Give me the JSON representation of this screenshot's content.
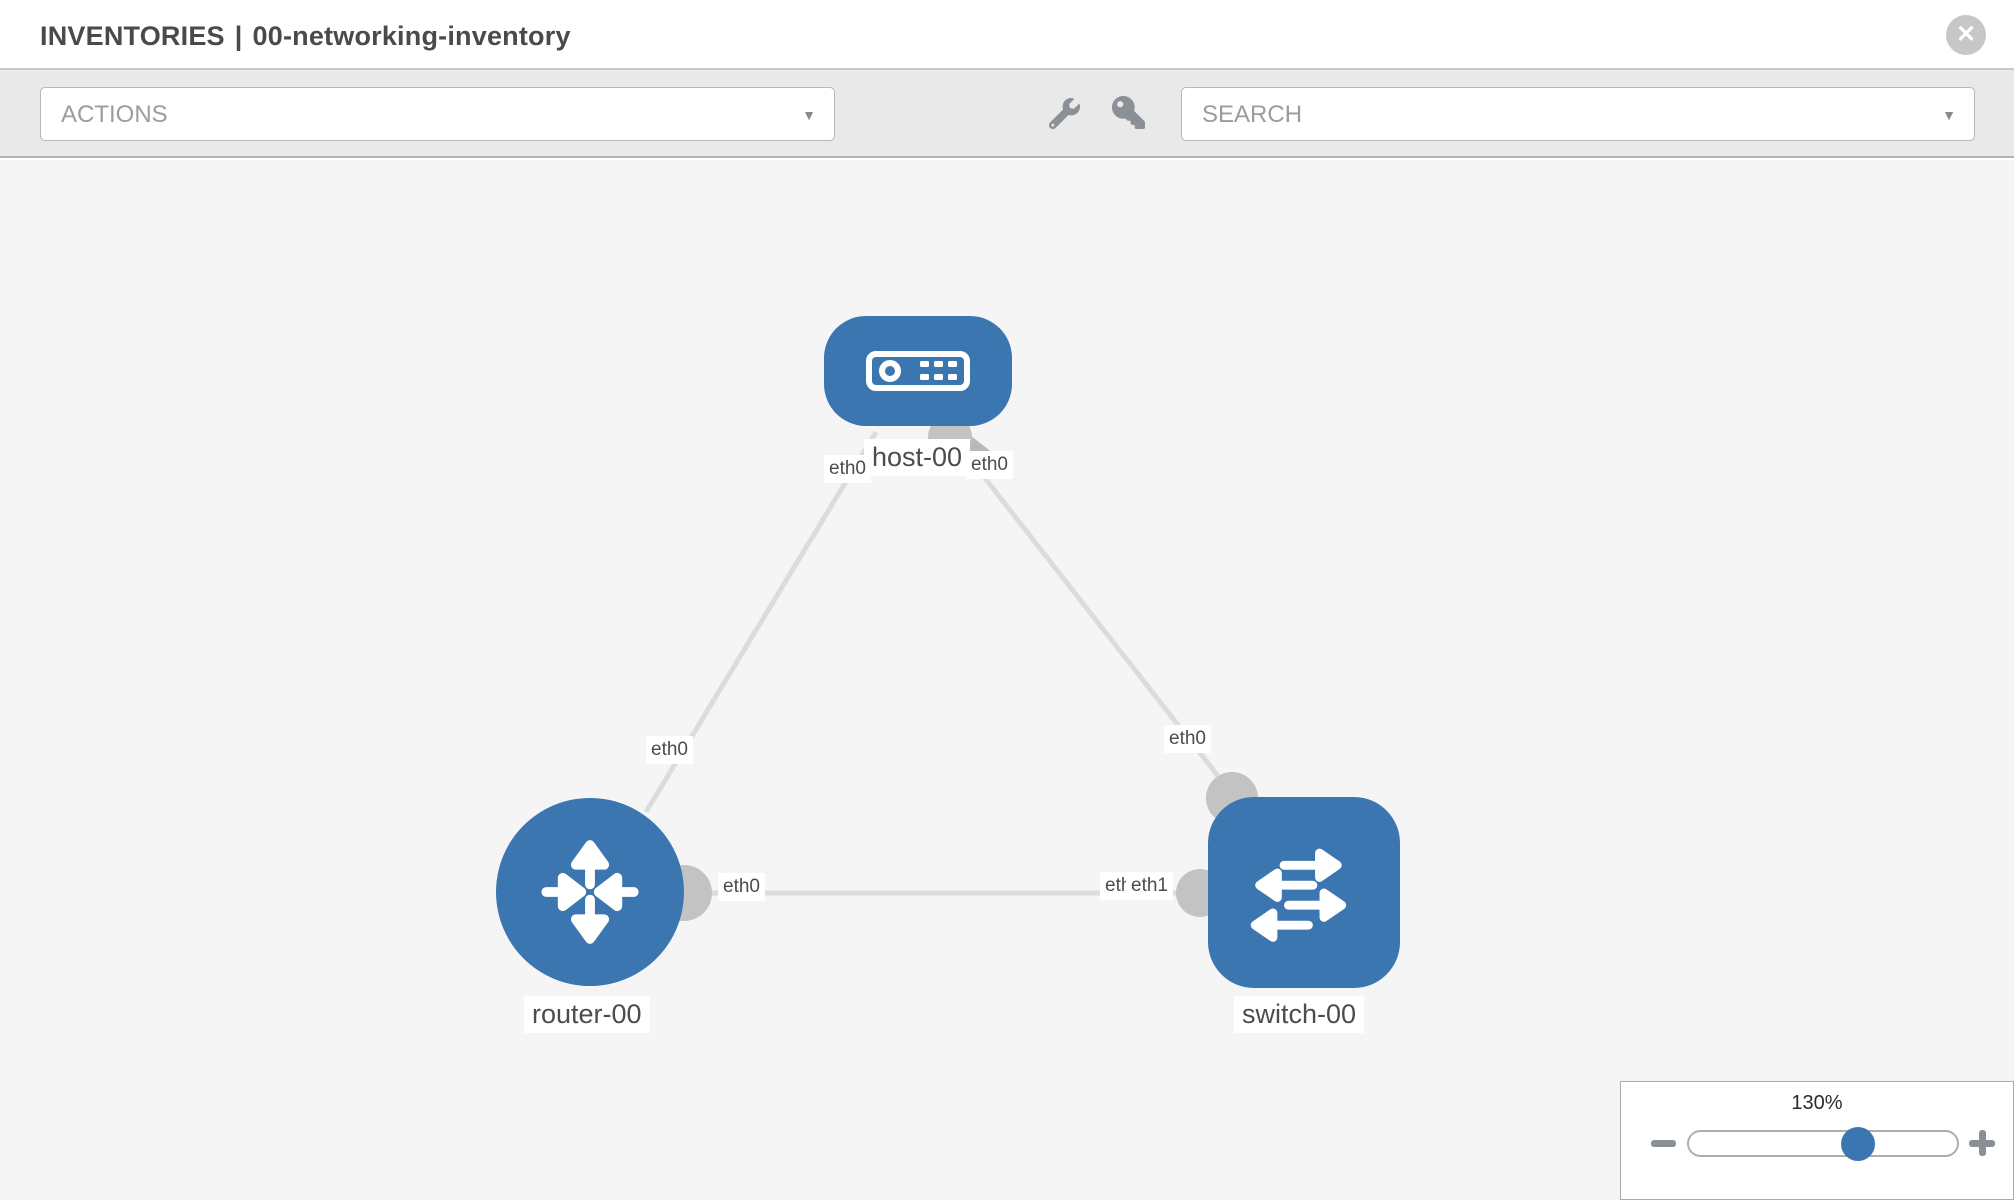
{
  "header": {
    "title_prefix": "INVENTORIES",
    "title_separator": "|",
    "inventory_name": "00-networking-inventory",
    "close_glyph": "✕"
  },
  "toolbar": {
    "actions_label": "ACTIONS",
    "search_placeholder": "SEARCH",
    "caret_glyph": "▼",
    "icons": [
      "wrench-icon",
      "key-icon"
    ]
  },
  "graph": {
    "nodes": [
      {
        "label": "host-00",
        "type": "host"
      },
      {
        "label": "router-00",
        "type": "router"
      },
      {
        "label": "switch-00",
        "type": "switch"
      }
    ],
    "links": [
      {
        "from": "host-00",
        "to": "router-00",
        "from_interface": "eth0",
        "to_interface": "eth0"
      },
      {
        "from": "host-00",
        "to": "switch-00",
        "from_interface": "eth0",
        "to_interface": "eth0"
      },
      {
        "from": "router-00",
        "to": "switch-00",
        "from_interface": "eth0",
        "to_interface": "eth1",
        "overlapped_interface": "eth0"
      }
    ]
  },
  "zoom_control": {
    "level": "130%"
  },
  "colors": {
    "node_blue": "#3b76b0",
    "edge_gray": "#dcdcdc",
    "connector_gray": "#c3c3c3",
    "toolbar_bg": "#e9e9e9",
    "canvas_bg": "#f5f5f5"
  }
}
